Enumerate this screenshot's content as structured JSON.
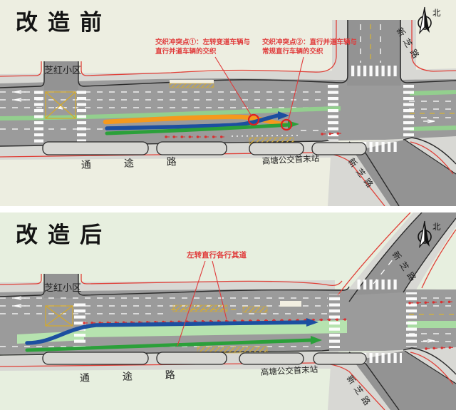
{
  "colors": {
    "panel_before_bg": "#edeee1",
    "panel_after_bg": "#e7efdf",
    "road_gray": "#9b9b9b",
    "sidewalk_gray": "#d8d8d4",
    "curb_red": "#e04038",
    "median_green": "#93cf8e",
    "lane_green_band": "#b6e3af",
    "flow_orange": "#f5991d",
    "flow_blue": "#1c4fa0",
    "flow_green": "#2ba03a",
    "annotation_red": "#e03a3a",
    "marking_yellow": "#d8b435"
  },
  "panel_before": {
    "title": "改造前",
    "compass": "北",
    "annotation1_line1": "交织冲突点①：左转变道车辆与",
    "annotation1_line2": "直行并道车辆的交织",
    "annotation2_line1": "交织冲突点②：直行并道车辆与",
    "annotation2_line2": "常规直行车辆的交织",
    "labels": {
      "residential": "芝红小区",
      "main_road": "通途路",
      "bus_terminal": "高塘公交首末站",
      "cross_road": "新芝路"
    },
    "flows": [
      {
        "name": "left-turn-lane-change-flow",
        "color": "#f5991d"
      },
      {
        "name": "through-merge-flow",
        "color": "#1c4fa0"
      },
      {
        "name": "regular-through-flow",
        "color": "#2ba03a"
      }
    ],
    "conflict_point_count": 2
  },
  "panel_after": {
    "title": "改造后",
    "compass": "北",
    "annotation": "左转直行各行其道",
    "labels": {
      "residential": "芝红小区",
      "main_road": "通途路",
      "bus_terminal": "高塘公交首末站",
      "cross_road": "新芝路"
    },
    "flows": [
      {
        "name": "left-turn-flow",
        "color": "#1c4fa0"
      },
      {
        "name": "through-flow",
        "color": "#2ba03a"
      }
    ]
  }
}
